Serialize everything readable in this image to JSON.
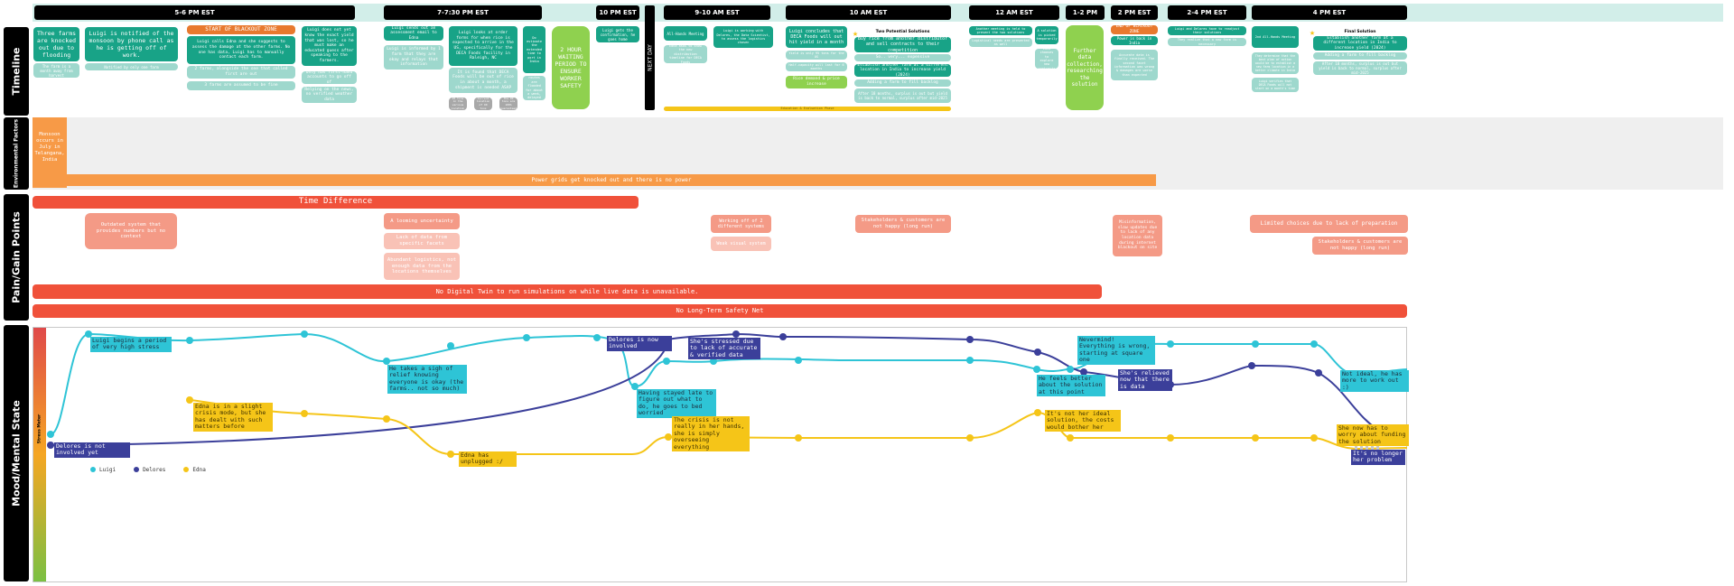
{
  "lanes": {
    "timeline": "Timeline",
    "environmental": "Environmental Factors",
    "pain": "Pain/Gain Points",
    "mood": "Mood/Mental State"
  },
  "headers": [
    "5-6 PM EST",
    "7-7:30 PM EST",
    "10 PM EST",
    "9-10 AM EST",
    "10 AM EST",
    "12 AM EST",
    "1-2 PM",
    "2 PM EST",
    "2-4 PM EST",
    "4 PM EST"
  ],
  "next_day": "NEXT DAY",
  "timeline": {
    "c1": "Three farms are knocked out due to flooding",
    "c1b": "The farm is a month away from harvest",
    "c2": "Luigi is notified of the monsoon by phone call as he is getting off of work.",
    "c2b": "Notified by only one farm",
    "blackout_start": "START OF BLACKOUT ZONE",
    "c3": "Luigi calls Edna and she suggests to assess the damage at the other farms. No one has data, Luigi has to manually contact each farm.",
    "c3b": "2 farms, alongside the one that called first are out",
    "c3c": "3 farms are assumed to be fine",
    "c4": "Luigi does not yet know the exact yield that was lost, so he must make an educated guess after speaking to the farmers.",
    "c4b": "Only has first-hand accounts to go off of",
    "c4c": "Relying on the news, no verified weather data",
    "c5": "Luigi sends out an assessment email to Edna",
    "c5b": "Luigi is informed by 1 farm that they are okay and relays that information",
    "c6": "Luigi looks at order forms for when rice is expected to arrive in the US, specifically for the DECA Foods facility in Raleigh, NC",
    "c6b": "It is found that DECA Foods will be out of rice in about a month, a shipment is needed ASAP",
    "c6c1": "95 tons in the various location",
    "c6c2": "Current location of 90 tons",
    "c6c3": "The 90 tons are 100% guaranteed",
    "c7": "Do estimate the extended time to port in India",
    "c7b": "Rail routes are flooded for about a week, delayed transport",
    "c8": "2 HOUR WAITING PERIOD TO ENSURE WORKER SAFETY",
    "c9": "Luigi gets the confirmation, he goes home",
    "n1": "All-Hands Meeting",
    "n1b": "Edna asks to know the new distribution timeline for DECA Foods",
    "n2": "Luigi is working with Delores, the Data Scientist, to assess the logistics chosen",
    "n3": "Luigi concludes that DECA Foods will out hit yield in a month",
    "n3b": "Yield is only 95 tons for the US",
    "n3c": "Half-capacity will last for 6 months",
    "n3d": "Rice demand & price increase",
    "ps_title": "Two Potential Solutions",
    "ps1": "Buy rice from another distributor and sell contracts to their competition",
    "ps1b": "So.. very... expensive",
    "ps2": "Establish another farm at a different location in India to increase yield (2024)",
    "ps2b": "Adding a farm to fill backlog",
    "ps2c": "After 18 months, surplus is out but yield is back to normal, surplus after mid-2025",
    "e1": "Another meeting is held to present the two solutions",
    "e1b": "Logistical needs are presented as well",
    "e2": "A solution is picked temporarily",
    "e2b": "Edna chooses to explore new contracts",
    "e3": "Further data collection, researching the solution",
    "blackout_end": "END OF BLACKOUT ZONE",
    "f1": "Power is back in India",
    "g1": "Luigi and Delores have to readjust their solutions",
    "g1b": "They realize that a new farm is necessary",
    "h1": "2nd All-Hands Meeting",
    "h1b": "They determine that the best plan of action would be to establish a new farm location in a better climate in India",
    "h1c": "Luigi verifies that DECA Foods will not start on a month's time",
    "fs_title": "Final Solution",
    "fs1": "Establish another farm at a different location in India to increase yield (2024)",
    "fs2": "Adding a farm to fill backlog",
    "fs3": "After 18 months, surplus is out but yield is back to normal, surplus after mid-2025",
    "eval_phase": "Education & Evaluation Phase"
  },
  "environmental": {
    "monsoon": "Monsoon occurs in July in Telangana, India",
    "power": "Power grids get knocked out and there is no power"
  },
  "pain": {
    "time_diff": "Time Difference",
    "p1": "Outdated system that provides numbers but no context",
    "p2": "A looming uncertainty",
    "p2b": "Lack of data from specific facets",
    "p2c": "Abundant logistics, not enough data from the locations themselves",
    "p3": "Working off of 2 different systems",
    "p3b": "Weak visual system",
    "p4": "Stakeholders & customers are not happy (long run)",
    "p5": "Misinformation, slow updates due to lack of any location data during internet blackout on site",
    "p6": "Limited choices due to lack of preparation",
    "p7": "Stakeholders & customers are not happy (long run)",
    "digital_twin": "No Digital Twin to run simulations on while live data is unavailable.",
    "safety_net": "No Long-Term Safety Net"
  },
  "mood": {
    "meter": "Stress Meter",
    "legend": [
      "Luigi",
      "Delores",
      "Edna"
    ],
    "colors": {
      "luigi": "#2ec4d6",
      "delores": "#3b3f9a",
      "edna": "#f5c518"
    },
    "labels": {
      "l1": "Luigi begins a period of very high stress",
      "l2": "He takes a sigh of relief knowing everyone is okay (the farms.. not so much)",
      "l3": "Having stayed late to figure out what to do, he goes to bed worried",
      "l4": "He feels better about the solution at this point",
      "l5": "Nevermind! Everything is wrong, starting at square one",
      "l6": "Not ideal, he has more to work out :)",
      "d1": "Delores is not involved yet",
      "d2": "Delores is now involved",
      "d3": "She's stressed due to lack of accurate & verified data",
      "d4": "She's relieved now that there is data",
      "d5": "It's no longer her problem",
      "e1": "Edna is in a slight crisis mode, but she has dealt with such matters before",
      "e2": "Edna has unplugged :/",
      "e3": "The crisis is not really in her hands, she is simply overseeing everything",
      "e4": "It's not her ideal solution, the costs would bother her",
      "e5": "She now has to worry about funding the solution"
    }
  }
}
